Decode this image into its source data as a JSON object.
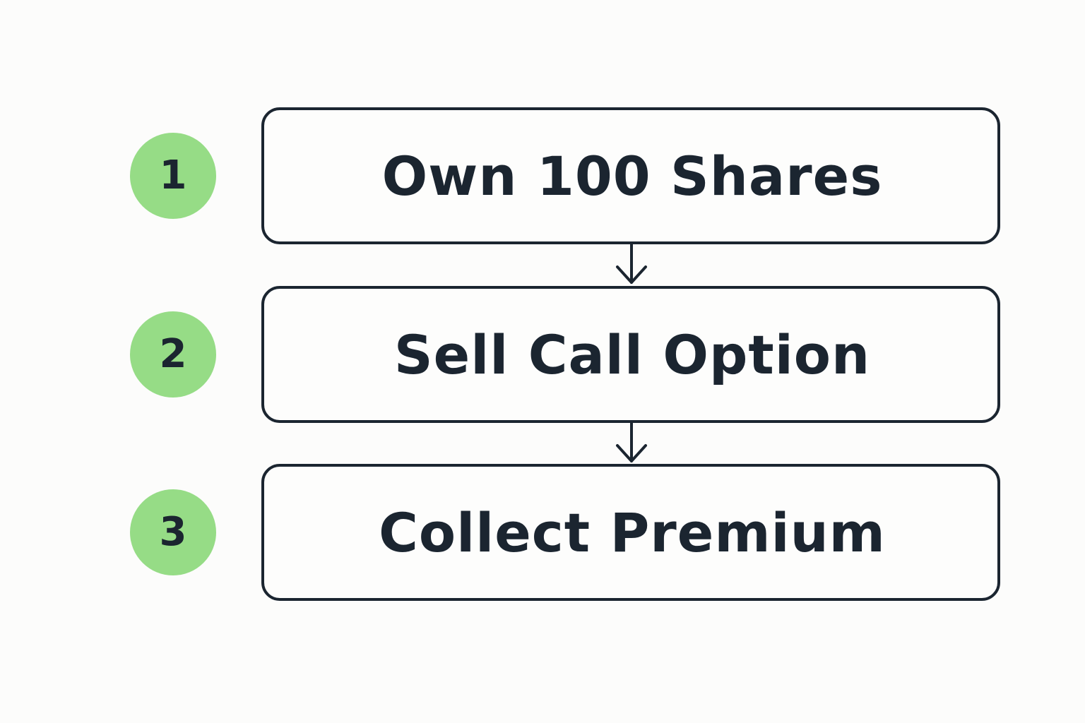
{
  "colors": {
    "badge_fill": "#96dc86",
    "ink": "#1b2530",
    "background": "#fcfcfb"
  },
  "steps": [
    {
      "number": "1",
      "label": "Own 100 Shares"
    },
    {
      "number": "2",
      "label": "Sell Call Option"
    },
    {
      "number": "3",
      "label": "Collect Premium"
    }
  ],
  "connectors": [
    {
      "from": "1",
      "to": "2",
      "icon": "arrow-down-icon"
    },
    {
      "from": "2",
      "to": "3",
      "icon": "arrow-down-icon"
    }
  ]
}
